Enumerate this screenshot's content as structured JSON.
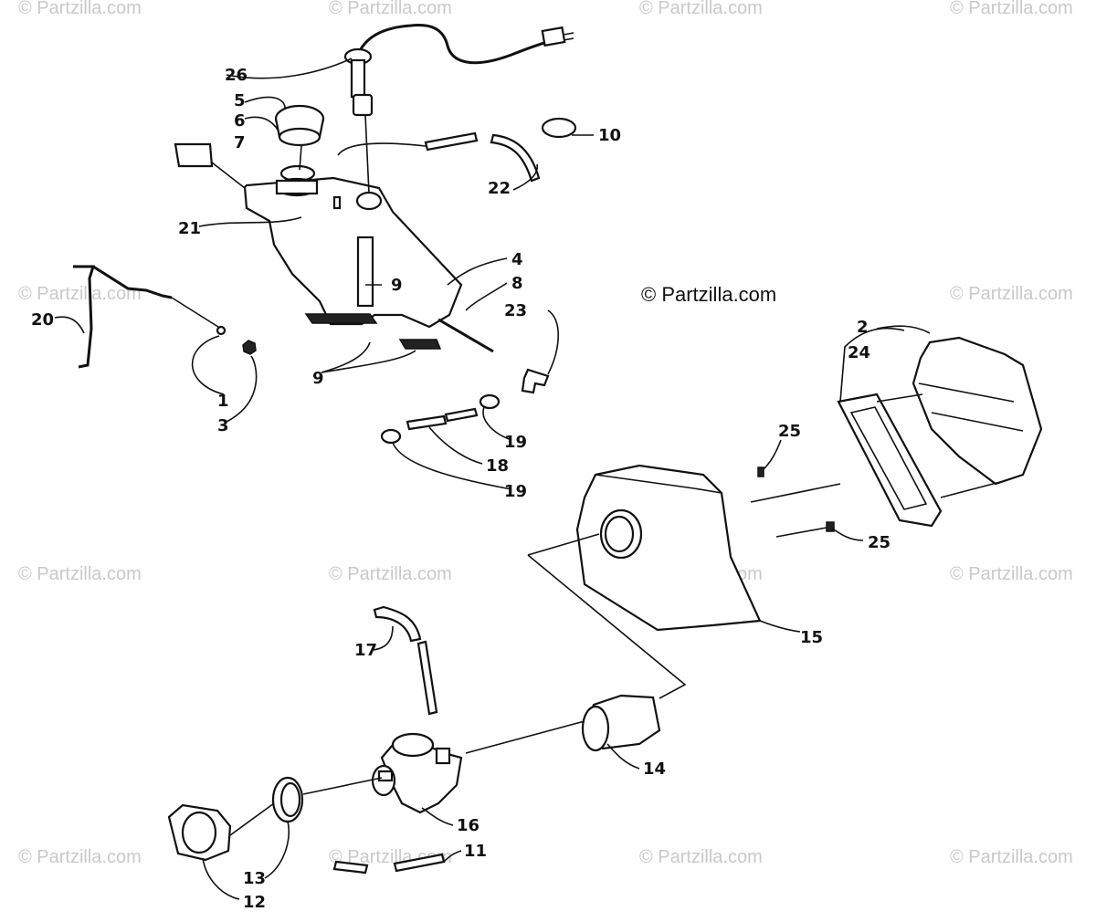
{
  "watermark": {
    "text": "© Partzilla.com",
    "main_text": "© Partzilla.com"
  },
  "callouts": {
    "c1": "1",
    "c2": "2",
    "c3": "3",
    "c4": "4",
    "c5": "5",
    "c6": "6",
    "c7": "7",
    "c8": "8",
    "c9a": "9",
    "c9b": "9",
    "c10": "10",
    "c11": "11",
    "c12": "12",
    "c13": "13",
    "c14": "14",
    "c15": "15",
    "c16": "16",
    "c17": "17",
    "c18": "18",
    "c19a": "19",
    "c19b": "19",
    "c20": "20",
    "c21": "21",
    "c22": "22",
    "c23": "23",
    "c24": "24",
    "c25a": "25",
    "c25b": "25",
    "c26": "26"
  }
}
